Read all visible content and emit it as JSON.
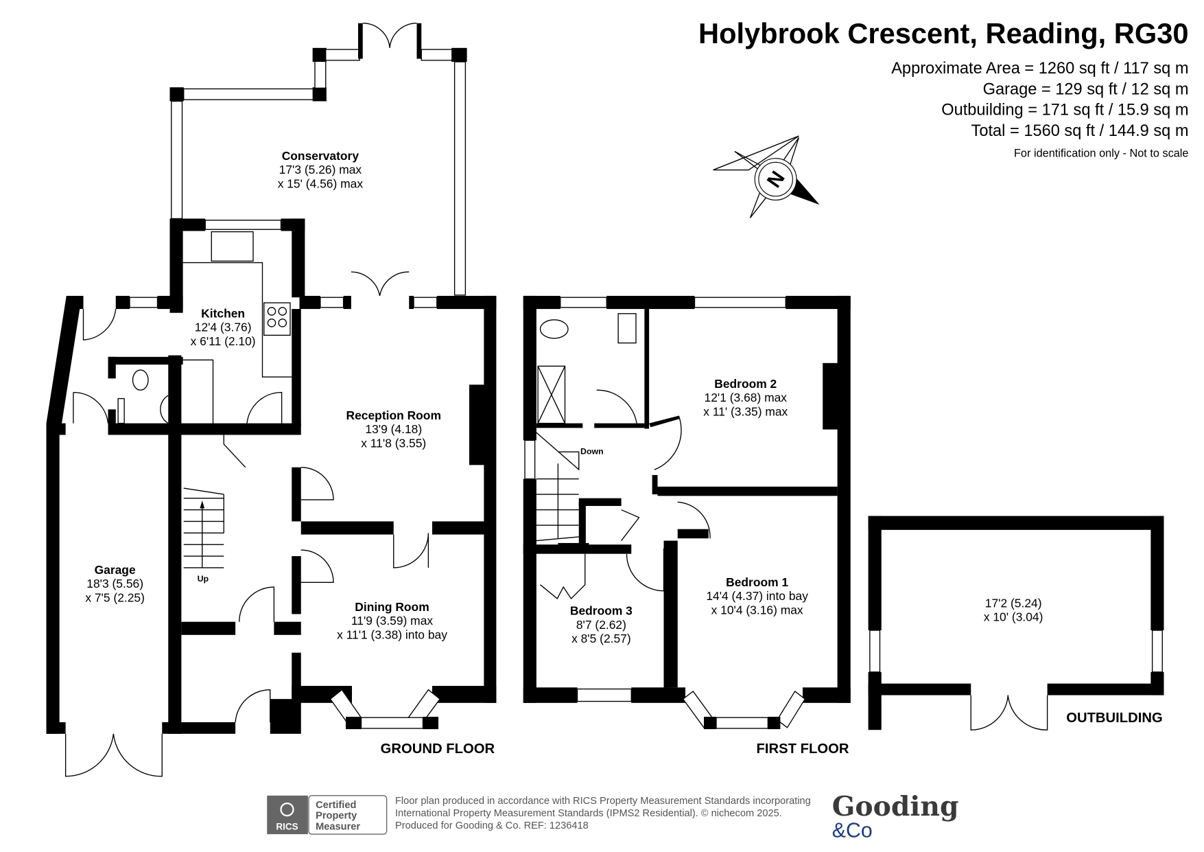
{
  "header": {
    "title": "Holybrook Crescent, Reading, RG30",
    "areas": [
      "Approximate Area = 1260 sq ft / 117 sq m",
      "Garage = 129 sq ft / 12 sq m",
      "Outbuilding = 171 sq ft / 15.9 sq m",
      "Total = 1560 sq ft / 144.9 sq m"
    ],
    "disclaimer": "For identification only - Not to scale"
  },
  "compass": {
    "label": "N"
  },
  "ground_floor": {
    "label": "GROUND FLOOR",
    "rooms": [
      {
        "name": "Conservatory",
        "dim1": "17'3 (5.26) max",
        "dim2": "x 15' (4.56) max"
      },
      {
        "name": "Kitchen",
        "dim1": "12'4 (3.76)",
        "dim2": "x 6'11 (2.10)"
      },
      {
        "name": "Reception Room",
        "dim1": "13'9 (4.18)",
        "dim2": "x 11'8 (3.55)"
      },
      {
        "name": "Dining Room",
        "dim1": "11'9 (3.59) max",
        "dim2": "x 11'1 (3.38) into bay"
      },
      {
        "name": "Garage",
        "dim1": "18'3 (5.56)",
        "dim2": "x 7'5 (2.25)"
      }
    ],
    "stairs_label": "Up"
  },
  "first_floor": {
    "label": "FIRST FLOOR",
    "rooms": [
      {
        "name": "Bedroom 2",
        "dim1": "12'1 (3.68) max",
        "dim2": "x 11' (3.35) max"
      },
      {
        "name": "Bedroom 1",
        "dim1": "14'4 (4.37) into bay",
        "dim2": "x 10'4 (3.16) max"
      },
      {
        "name": "Bedroom 3",
        "dim1": "8'7 (2.62)",
        "dim2": "x 8'5 (2.57)"
      }
    ],
    "stairs_label": "Down"
  },
  "outbuilding": {
    "label": "OUTBUILDING",
    "dim1": "17'2 (5.24)",
    "dim2": "x 10' (3.04)"
  },
  "footer": {
    "badge": {
      "org": "RICS",
      "line1": "Certified",
      "line2": "Property",
      "line3": "Measurer"
    },
    "notes": [
      "Floor plan produced in accordance with RICS Property Measurement Standards incorporating",
      "International Property Measurement Standards (IPMS2 Residential).   © nichecom 2025.",
      "Produced for Gooding & Co.   REF:  1236418"
    ],
    "brand": {
      "line1": "Gooding",
      "line2": "&Co",
      "color_dark": "#3a3a3a",
      "color_blue": "#1f3d7a"
    }
  }
}
